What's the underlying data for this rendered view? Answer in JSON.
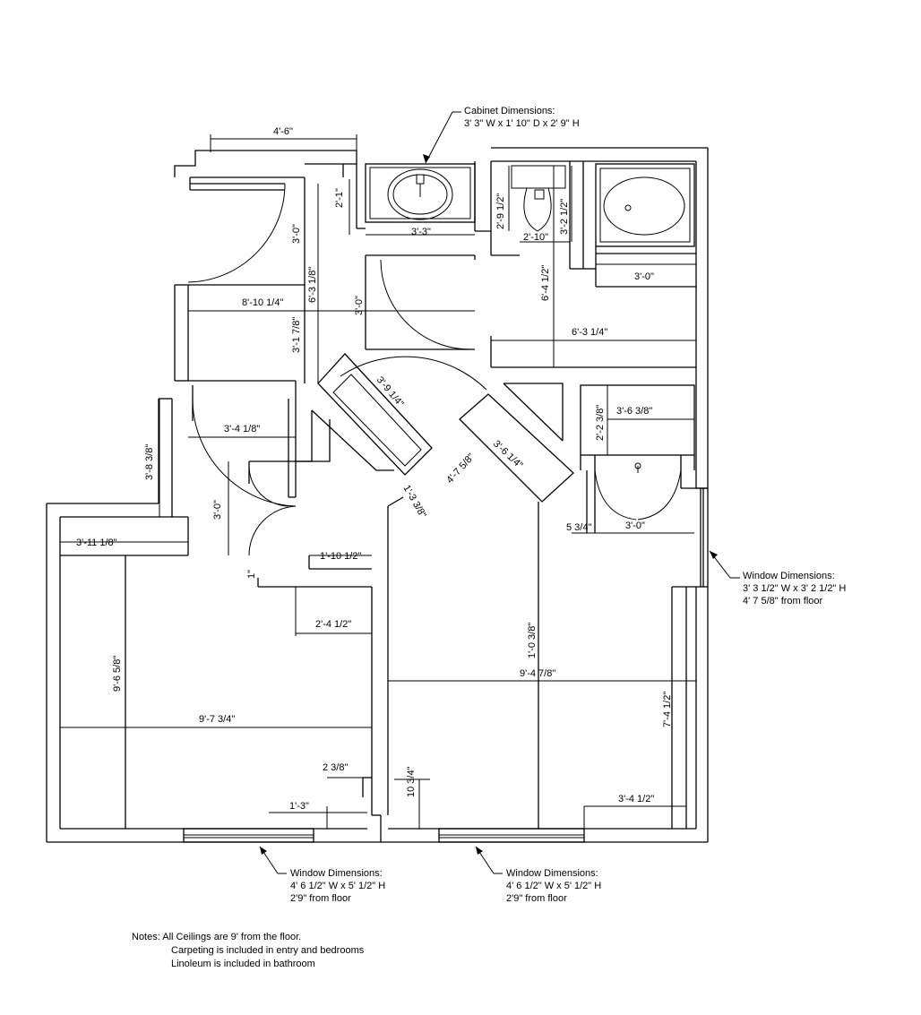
{
  "callouts": {
    "cabinet": {
      "title": "Cabinet Dimensions:",
      "line1": "3' 3\" W x 1' 10\" D x 2' 9\" H"
    },
    "window_right": {
      "title": "Window Dimensions:",
      "line1": "3' 3 1/2\" W x 3' 2 1/2\" H",
      "line2": "4' 7 5/8\" from floor"
    },
    "window_bottom_left": {
      "title": "Window Dimensions:",
      "line1": "4' 6 1/2\" W x 5' 1/2\" H",
      "line2": "2'9\" from floor"
    },
    "window_bottom_right": {
      "title": "Window Dimensions:",
      "line1": "4' 6 1/2\" W x 5' 1/2\" H",
      "line2": "2'9\" from floor"
    }
  },
  "notes": {
    "line1": "Notes: All Ceilings are 9' from the floor.",
    "line2": "Carpeting is included in entry and bedrooms",
    "line3": "Linoleum is included in bathroom"
  },
  "dimensions": {
    "d_4_6": "4'-6\"",
    "d_2_1": "2'-1\"",
    "d_3_0_closet": "3'-0\"",
    "d_6_3_1_8": "6'-3 1/8\"",
    "d_3_3": "3'-3\"",
    "d_2_9_1_2": "2'-9 1/2\"",
    "d_3_2_1_2": "3'-2 1/2\"",
    "d_2_10": "2'-10\"",
    "d_6_4_1_2": "6'-4 1/2\"",
    "d_3_0_tub": "3'-0\"",
    "d_8_10_1_4": "8'-10 1/4\"",
    "d_3_0_hall": "3'-0\"",
    "d_3_1_7_8": "3'-1 7/8\"",
    "d_6_3_1_4": "6'-3 1/4\"",
    "d_3_9_1_4": "3'-9 1/4\"",
    "d_3_6_3_8": "3'-6 3/8\"",
    "d_2_2_3_8": "2'-2 3/8\"",
    "d_3_4_1_8": "3'-4 1/8\"",
    "d_3_8_3_8": "3'-8 3/8\"",
    "d_3_6_1_4": "3'-6 1/4\"",
    "d_4_7_5_8": "4'-7 5/8\"",
    "d_1_3_3_8": "1'-3 3/8\"",
    "d_3_0_entry": "3'-0\"",
    "d_5_3_4": "5 3/4\"",
    "d_3_0_closet2": "3'-0\"",
    "d_3_11_1_8": "3'-11 1/8\"",
    "d_1_10_1_2": "1'-10 1/2\"",
    "d_1": "1\"",
    "d_2_4_1_2": "2'-4 1/2\"",
    "d_1_0_3_8": "1'-0 3/8\"",
    "d_9_6_5_8": "9'-6 5/8\"",
    "d_9_4_7_8": "9'-4 7/8\"",
    "d_7_4_1_2": "7'-4 1/2\"",
    "d_9_7_3_4": "9'-7 3/4\"",
    "d_2_3_8": "2 3/8\"",
    "d_10_3_4": "10 3/4\"",
    "d_1_3": "1'-3\"",
    "d_3_4_1_2": "3'-4 1/2\""
  }
}
